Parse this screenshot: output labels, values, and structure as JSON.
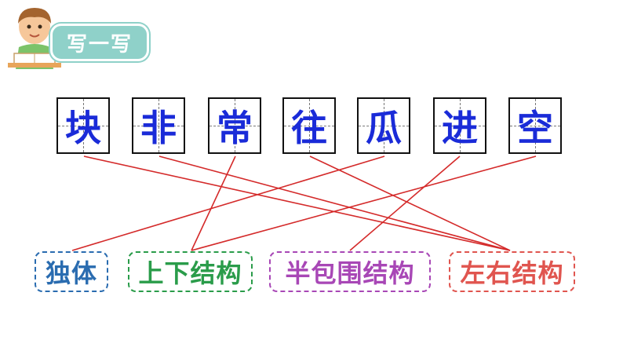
{
  "header": {
    "title": "写一写"
  },
  "characters": [
    "块",
    "非",
    "常",
    "往",
    "瓜",
    "进",
    "空"
  ],
  "categories": [
    "独体",
    "上下结构",
    "半包围结构",
    "左右结构"
  ],
  "colors": {
    "character": "#1a2bd8",
    "match_line": "#d42a2a",
    "title_bg": "#8fd1c9",
    "category_1": "#2a6cb0",
    "category_2": "#2a9c4a",
    "category_3": "#a847b6",
    "category_4": "#e0554f"
  },
  "matches": [
    {
      "character": "块",
      "category": "左右结构"
    },
    {
      "character": "非",
      "category": "左右结构"
    },
    {
      "character": "常",
      "category": "上下结构"
    },
    {
      "character": "往",
      "category": "左右结构"
    },
    {
      "character": "瓜",
      "category": "独体"
    },
    {
      "character": "进",
      "category": "半包围结构"
    },
    {
      "character": "空",
      "category": "上下结构"
    }
  ]
}
